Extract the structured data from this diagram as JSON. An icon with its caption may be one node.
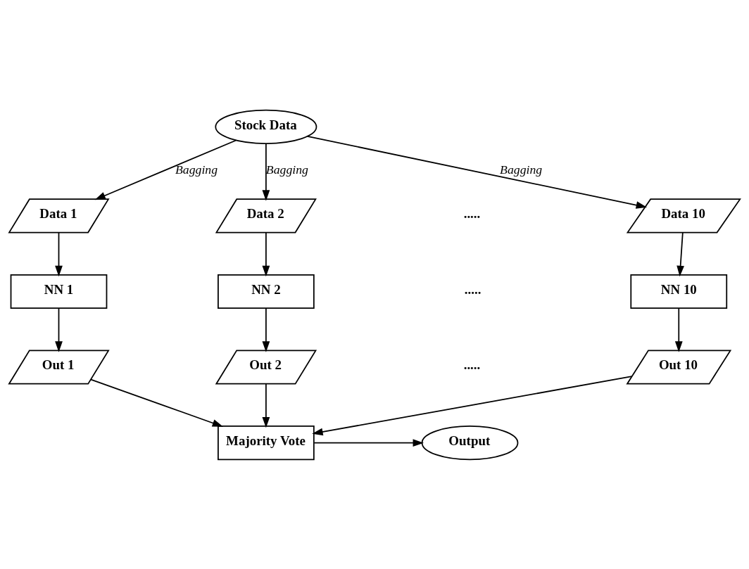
{
  "diagram": {
    "nodes": [
      {
        "text": [
          "Stock Data"
        ]
      },
      {
        "text": [
          "Data 1"
        ]
      },
      {
        "text": [
          "Data 2"
        ]
      },
      {
        "text": [
          "Data 10"
        ]
      },
      {
        "text": [
          "NN 1"
        ]
      },
      {
        "text": [
          "NN 2"
        ]
      },
      {
        "text": [
          "NN 10"
        ]
      },
      {
        "text": [
          "Out 1"
        ]
      },
      {
        "text": [
          "Out 2"
        ]
      },
      {
        "text": [
          "Out 10"
        ]
      },
      {
        "text": [
          "Majority Vote"
        ]
      },
      {
        "text": [
          "Output"
        ]
      }
    ],
    "edges": [
      {
        "from": 0,
        "to": 1,
        "arrow": "to",
        "label": "Bagging"
      },
      {
        "from": 0,
        "to": 2,
        "arrow": "to",
        "label": "Bagging"
      },
      {
        "from": 0,
        "to": 3,
        "arrow": "to",
        "label": "Bagging"
      },
      {
        "from": 1,
        "to": 4,
        "arrow": "to"
      },
      {
        "from": 2,
        "to": 5,
        "arrow": "to"
      },
      {
        "from": 3,
        "to": 6,
        "arrow": "to"
      },
      {
        "from": 4,
        "to": 7,
        "arrow": "to"
      },
      {
        "from": 5,
        "to": 8,
        "arrow": "to"
      },
      {
        "from": 6,
        "to": 9,
        "arrow": "to"
      },
      {
        "from": 7,
        "to": 10,
        "arrow": "to"
      },
      {
        "from": 8,
        "to": 10,
        "arrow": "to"
      },
      {
        "from": 9,
        "to": 10,
        "arrow": "to"
      },
      {
        "from": 10,
        "to": 11,
        "arrow": "to"
      }
    ],
    "labels": [
      ".....",
      ".....",
      "....."
    ]
  }
}
